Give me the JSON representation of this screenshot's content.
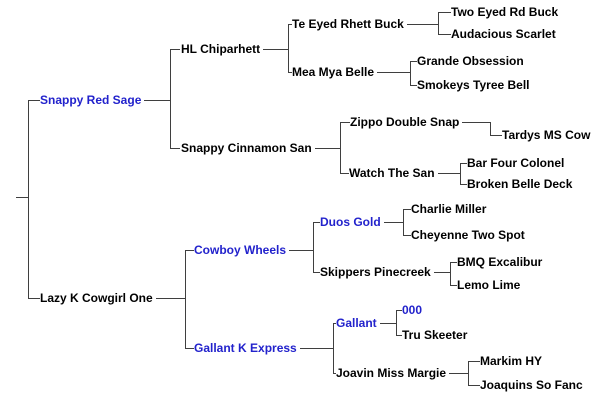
{
  "colors": {
    "highlight_link_blue": "#2222CC",
    "text_black": "#000000",
    "line_gray": "#3F3F3F",
    "background": "#FFFFFF"
  },
  "nodes": {
    "snappy_red_sage": {
      "name": "Snappy Red Sage",
      "highlighted": true
    },
    "hl_chiparhett": {
      "name": "HL Chiparhett",
      "highlighted": false
    },
    "te_eyed_rhett_buck": {
      "name": "Te Eyed Rhett Buck",
      "highlighted": false
    },
    "two_eyed_rd_buck": {
      "name": "Two Eyed Rd Buck",
      "highlighted": false
    },
    "audacious_scarlet": {
      "name": "Audacious Scarlet",
      "highlighted": false
    },
    "mea_mya_belle": {
      "name": "Mea Mya Belle",
      "highlighted": false
    },
    "grande_obsession": {
      "name": "Grande Obsession",
      "highlighted": false
    },
    "smokeys_tyree_bell": {
      "name": "Smokeys Tyree Bell",
      "highlighted": false
    },
    "snappy_cinnamon_san": {
      "name": "Snappy Cinnamon San",
      "highlighted": false
    },
    "zippo_double_snap": {
      "name": "Zippo Double Snap",
      "highlighted": false
    },
    "tardys_ms_cow": {
      "name": "Tardys MS Cow",
      "highlighted": false,
      "clipped_at_right_edge": true
    },
    "watch_the_san": {
      "name": "Watch The San",
      "highlighted": false
    },
    "bar_four_colonel": {
      "name": "Bar Four Colonel",
      "highlighted": false
    },
    "broken_belle_deck": {
      "name": "Broken Belle Deck",
      "highlighted": false
    },
    "lazy_k_cowgirl_one": {
      "name": "Lazy K Cowgirl One",
      "highlighted": false
    },
    "cowboy_wheels": {
      "name": "Cowboy Wheels",
      "highlighted": true
    },
    "duos_gold": {
      "name": "Duos Gold",
      "highlighted": true
    },
    "charlie_miller": {
      "name": "Charlie Miller",
      "highlighted": false
    },
    "cheyenne_two_spot": {
      "name": "Cheyenne Two Spot",
      "highlighted": false
    },
    "skippers_pinecreek": {
      "name": "Skippers Pinecreek",
      "highlighted": false
    },
    "bmq_excalibur": {
      "name": "BMQ Excalibur",
      "highlighted": false
    },
    "lemo_lime": {
      "name": "Lemo Lime",
      "highlighted": false
    },
    "gallant_k_express": {
      "name": "Gallant K Express",
      "highlighted": true
    },
    "gallant": {
      "name": "Gallant",
      "highlighted": true
    },
    "triple_zero": {
      "name": "000",
      "highlighted": true
    },
    "tru_skeeter": {
      "name": "Tru Skeeter",
      "highlighted": false
    },
    "joavin_miss_margie": {
      "name": "Joavin Miss Margie",
      "highlighted": false
    },
    "markim_hy": {
      "name": "Markim HY",
      "highlighted": false
    },
    "joaquins_so_fanc": {
      "name": "Joaquins So Fanc",
      "highlighted": false,
      "clipped_at_right_edge": true
    }
  },
  "tree": {
    "subject": "unnamed (off left edge)",
    "sire": {
      "id": "snappy_red_sage",
      "sire": {
        "id": "hl_chiparhett",
        "sire": {
          "id": "te_eyed_rhett_buck",
          "sire": {
            "id": "two_eyed_rd_buck"
          },
          "dam": {
            "id": "audacious_scarlet"
          }
        },
        "dam": {
          "id": "mea_mya_belle",
          "sire": {
            "id": "grande_obsession"
          },
          "dam": {
            "id": "smokeys_tyree_bell"
          }
        }
      },
      "dam": {
        "id": "snappy_cinnamon_san",
        "sire": {
          "id": "zippo_double_snap",
          "dam": {
            "id": "tardys_ms_cow"
          }
        },
        "dam": {
          "id": "watch_the_san",
          "sire": {
            "id": "bar_four_colonel"
          },
          "dam": {
            "id": "broken_belle_deck"
          }
        }
      }
    },
    "dam": {
      "id": "lazy_k_cowgirl_one",
      "sire": {
        "id": "cowboy_wheels",
        "sire": {
          "id": "duos_gold",
          "sire": {
            "id": "charlie_miller"
          },
          "dam": {
            "id": "cheyenne_two_spot"
          }
        },
        "dam": {
          "id": "skippers_pinecreek",
          "sire": {
            "id": "bmq_excalibur"
          },
          "dam": {
            "id": "lemo_lime"
          }
        }
      },
      "dam": {
        "id": "gallant_k_express",
        "sire": {
          "id": "gallant",
          "sire": {
            "id": "triple_zero"
          },
          "dam": {
            "id": "tru_skeeter"
          }
        },
        "dam": {
          "id": "joavin_miss_margie",
          "sire": {
            "id": "markim_hy"
          },
          "dam": {
            "id": "joaquins_so_fanc"
          }
        }
      }
    }
  }
}
